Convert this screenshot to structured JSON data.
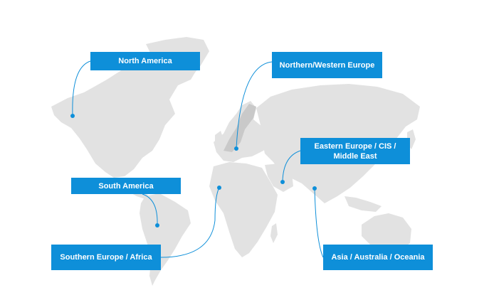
{
  "colors": {
    "land": "#e2e2e2",
    "land_highlight": "#c9c9c9",
    "accent": "#0e8fd9",
    "label_text": "#ffffff"
  },
  "regions": [
    {
      "id": "na",
      "label": "North America"
    },
    {
      "id": "nwe",
      "label": "Northern/Western Europe"
    },
    {
      "id": "ee",
      "label": "Eastern Europe / CIS / Middle East"
    },
    {
      "id": "sa",
      "label": "South America"
    },
    {
      "id": "se",
      "label": "Southern Europe / Africa"
    },
    {
      "id": "asia",
      "label": "Asia / Australia / Oceania"
    }
  ]
}
